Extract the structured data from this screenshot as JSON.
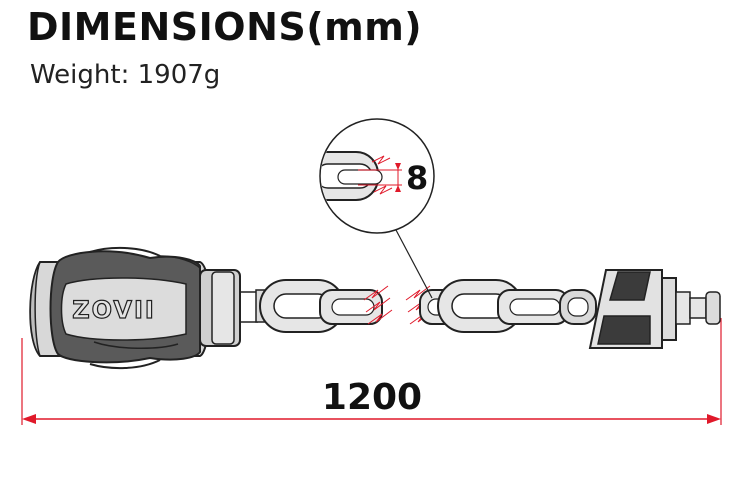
{
  "title": "DIMENSIONS(mm)",
  "weight": "Weight: 1907g",
  "brand": "ZOVII",
  "dimensions": {
    "link_thickness": "8",
    "total_length": "1200"
  },
  "colors": {
    "ink": "#222222",
    "dimension_line": "#e0192a",
    "lock_body": "#d7d7d7",
    "lock_grip": "#5a5a5a"
  }
}
